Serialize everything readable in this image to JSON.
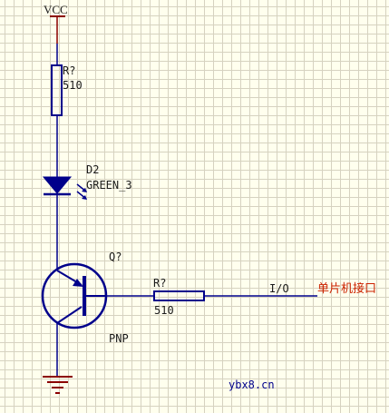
{
  "power": {
    "label": "VCC"
  },
  "resistor_top": {
    "designator": "R?",
    "value": "510"
  },
  "led": {
    "designator": "D2",
    "part": "GREEN_3"
  },
  "transistor": {
    "designator": "Q?",
    "type": "PNP"
  },
  "resistor_base": {
    "designator": "R?",
    "value": "510"
  },
  "net": {
    "label": "I/O"
  },
  "port": {
    "label": "单片机接口"
  },
  "watermark": {
    "text": "ybx8.cn"
  },
  "colors": {
    "wire": "#00008B",
    "power_rail": "#8B0000",
    "port_text": "#CC2200",
    "grid": "#D6D2C0",
    "background": "#FFFFEE"
  }
}
